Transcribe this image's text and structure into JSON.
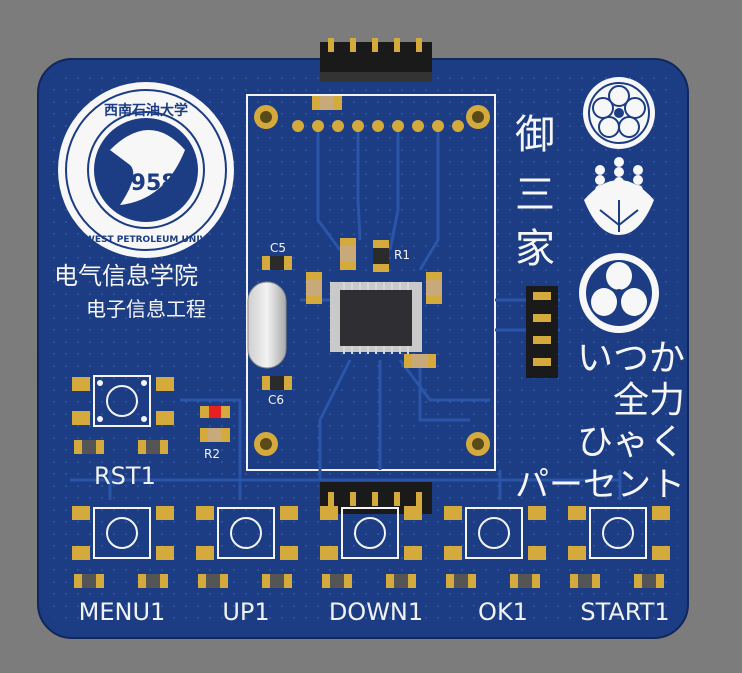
{
  "colors": {
    "background": "#7c7c7c",
    "board": "#1c3d84",
    "trace": "#2a55a8",
    "pad_gold": "#d4aa3c",
    "silkscreen": "#f4f4f4",
    "chip": "#2f2f33",
    "header": "#222222",
    "led_red": "#e82020"
  },
  "logo": {
    "chinese_name": "西南石油大学",
    "english_ring": "SOUTHWEST PETROLEUM UNIVERSITY",
    "year": "1958"
  },
  "department": {
    "line1": "电气信息学院",
    "line2": "电子信息工程"
  },
  "crest_text": {
    "col1": "御",
    "col2": "三",
    "col3": "家"
  },
  "slogan": {
    "line1": "いつか",
    "line2": "全力",
    "line3": "ひゃく",
    "line4": "パーセント"
  },
  "designators": {
    "c5": "C5",
    "c6": "C6",
    "r1": "R1",
    "r2": "R2",
    "rst": "RST1"
  },
  "buttons": [
    {
      "label": "MENU1"
    },
    {
      "label": "UP1"
    },
    {
      "label": "DOWN1"
    },
    {
      "label": "OK1"
    },
    {
      "label": "START1"
    }
  ],
  "crests": [
    {
      "icon": "paulownia-flower-crest-icon"
    },
    {
      "icon": "paulownia-leaf-crest-icon"
    },
    {
      "icon": "hollyhock-crest-icon"
    }
  ]
}
